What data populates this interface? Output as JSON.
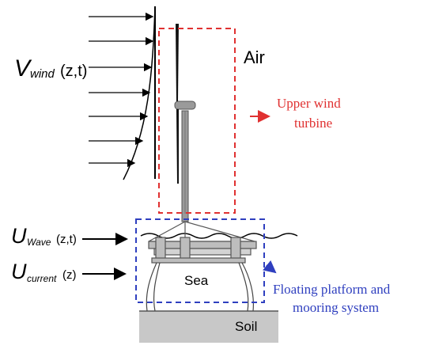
{
  "labels": {
    "air": "Air",
    "sea": "Sea",
    "soil": "Soil",
    "upper_turbine_line1": "Upper wind",
    "upper_turbine_line2": "turbine",
    "platform_line1": "Floating platform and",
    "platform_line2": "mooring system"
  },
  "wind_formula": {
    "symbol": "V",
    "subscript": "wind",
    "args": "(z,t)"
  },
  "wave_formula": {
    "symbol": "U",
    "subscript": "Wave",
    "args": "(z,t)"
  },
  "current_formula": {
    "symbol": "U",
    "subscript": "current",
    "args": "(z)"
  },
  "colors": {
    "upper_box": "#e03131",
    "platform_box": "#2f3fbf",
    "ground": "#c8c8c8",
    "structure": "#777777",
    "platform": "#bdbdbd"
  }
}
